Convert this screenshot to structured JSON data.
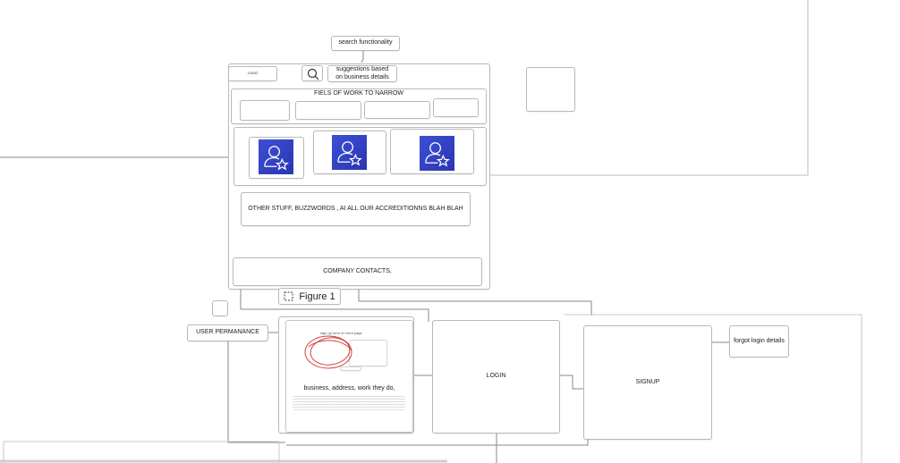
{
  "notes": {
    "search": "search functionality",
    "suggestions": "suggestions based on business details",
    "user_permanance": "USER PERMANANCE",
    "forgot": "forgot login details"
  },
  "wireframe": {
    "logo": "LOGO",
    "fields_title": "FIELS OF WORK TO NARROW",
    "accreditations": "OTHER STUFF, BUZZWORDS , AI ALL OUR ACCREDITIONNS BLAH BLAH",
    "contacts": "COMPANY CONTACTS,"
  },
  "figure": {
    "label": "Figure 1"
  },
  "screens": {
    "signup_form_title": "sign up form on front page",
    "business_caption": "business, address, work they do,",
    "login": "LOGIN",
    "signup": "SIGNUP"
  },
  "icons": {
    "search": "search-icon",
    "avatar": "user-star-icon",
    "figure": "figure-frame-icon"
  },
  "colors": {
    "avatar_blue": "#3346cf",
    "outline": "#b9b9b9",
    "connector": "#8a8a8a",
    "scribble": "#d0423a"
  }
}
